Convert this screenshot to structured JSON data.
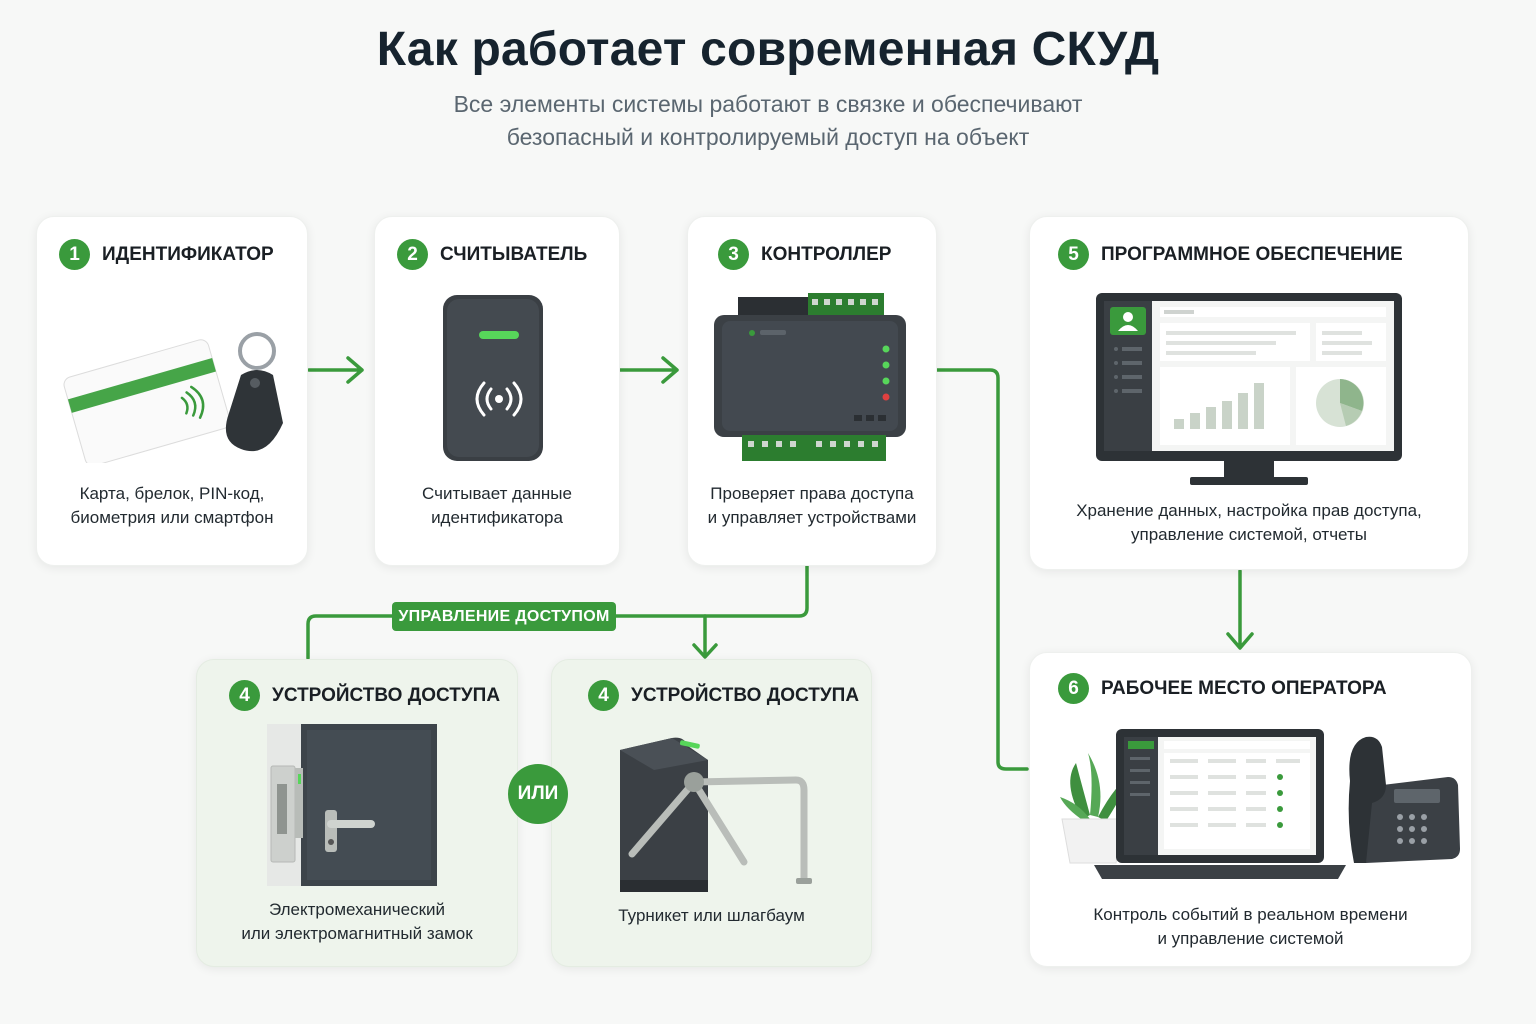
{
  "header": {
    "title": "Как работает современная СКУД",
    "subtitle_line1": "Все элементы системы работают в связке и обеспечивают",
    "subtitle_line2": "безопасный и контролируемый доступ на объект"
  },
  "colors": {
    "accent": "#3a9a3c",
    "device_dark": "#3b4045",
    "card_bg": "#ffffff",
    "card_bg_green": "#eef4ec"
  },
  "cards": {
    "identifier": {
      "number": "1",
      "title": "ИДЕНТИФИКАТОР",
      "desc_line1": "Карта, брелок, PIN-код,",
      "desc_line2": "биометрия или смартфон",
      "icon": "card-and-keyfob-icon"
    },
    "reader": {
      "number": "2",
      "title": "СЧИТЫВАТЕЛЬ",
      "desc_line1": "Считывает данные",
      "desc_line2": "идентификатора",
      "icon": "card-reader-icon"
    },
    "controller": {
      "number": "3",
      "title": "КОНТРОЛЛЕР",
      "desc_line1": "Проверяет права доступа",
      "desc_line2": "и управляет устройствами",
      "icon": "controller-board-icon"
    },
    "software": {
      "number": "5",
      "title": "ПРОГРАММНОЕ ОБЕСПЕЧЕНИЕ",
      "desc_line1": "Хранение данных, настройка прав доступа,",
      "desc_line2": "управление системой, отчеты",
      "icon": "monitor-dashboard-icon"
    },
    "lock": {
      "number": "4",
      "title": "УСТРОЙСТВО ДОСТУПА",
      "desc_line1": "Электромеханический",
      "desc_line2": "или электромагнитный замок",
      "icon": "door-lock-icon"
    },
    "turnstile": {
      "number": "4",
      "title": "УСТРОЙСТВО ДОСТУПА",
      "desc_line1": "Турникет или шлагбаум",
      "icon": "turnstile-icon"
    },
    "operator": {
      "number": "6",
      "title": "РАБОЧЕЕ МЕСТО ОПЕРАТОРА",
      "desc_line1": "Контроль событий в реальном времени",
      "desc_line2": "и управление системой",
      "icon": "laptop-phone-plant-icon"
    }
  },
  "connectors": {
    "access_label": "УПРАВЛЕНИЕ ДОСТУПОМ",
    "or_label": "ИЛИ"
  }
}
